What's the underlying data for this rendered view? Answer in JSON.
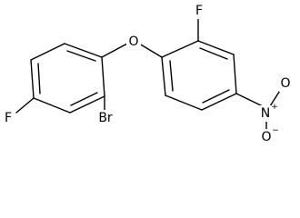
{
  "molecule": {
    "atoms": {
      "bridge_oxygen": "O",
      "fluorine_left": "F",
      "bromine": "Br",
      "fluorine_right": "F",
      "nitro_nitrogen": "N",
      "nitro_oxygen_top": "O",
      "nitro_oxygen_bottom": "O"
    },
    "charges": {
      "nitro_nitrogen": "+",
      "nitro_oxygen_bottom": "−"
    }
  }
}
